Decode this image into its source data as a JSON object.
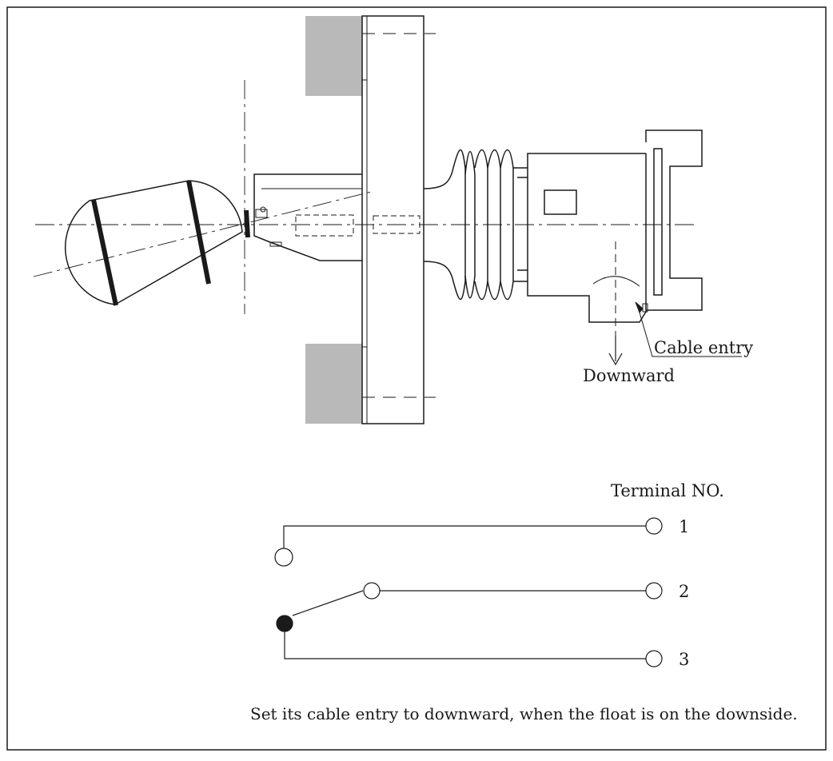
{
  "labels": {
    "cable_entry": "Cable entry",
    "downward": "Downward",
    "terminal_header": "Terminal NO."
  },
  "terminals": [
    "1",
    "2",
    "3"
  ],
  "caption": "Set its cable entry to downward, when the float is on the downside.",
  "colors": {
    "stroke": "#1a1a1a",
    "wall_fill": "#b9b9b9"
  }
}
